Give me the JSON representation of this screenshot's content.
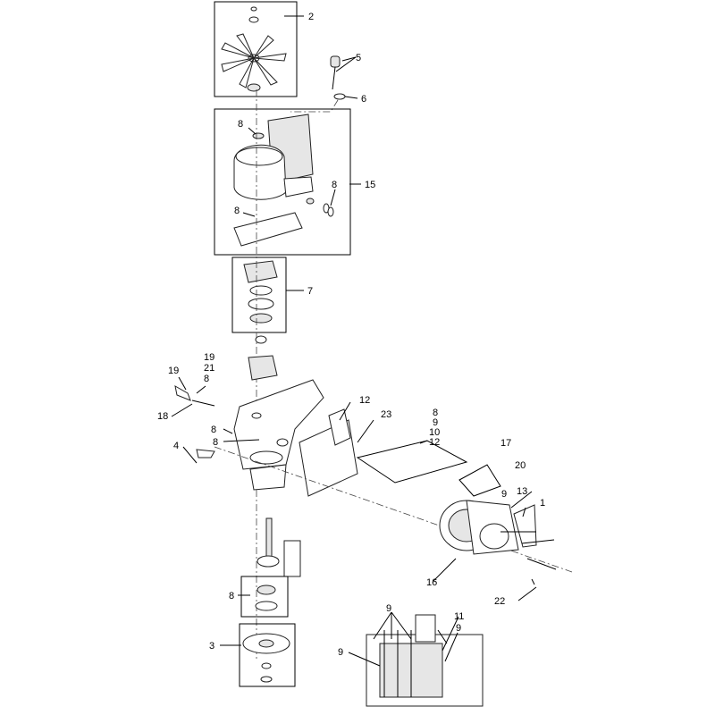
{
  "callouts": {
    "c1": "1",
    "c2": "2",
    "c3": "3",
    "c4": "4",
    "c5": "5",
    "c6": "6",
    "c7": "7",
    "c8": "8",
    "c9": "9",
    "c10": "10",
    "c11": "11",
    "c12": "12",
    "c13": "13",
    "c15": "15",
    "c16": "16",
    "c17": "17",
    "c18": "18",
    "c19": "19",
    "c20": "20",
    "c21": "21",
    "c22": "22",
    "c23": "23"
  }
}
